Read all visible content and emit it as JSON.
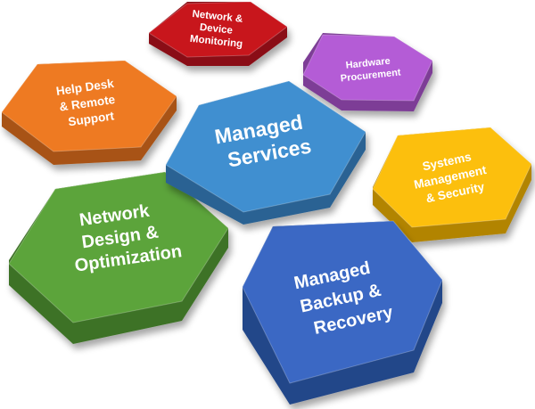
{
  "hexagons": [
    {
      "id": "network-monitoring",
      "lines": [
        "Network &",
        "Device",
        "Monitoring"
      ],
      "color": "#c8141e",
      "side": "#8a0d14"
    },
    {
      "id": "hardware-procurement",
      "lines": [
        "Hardware",
        "Procurement"
      ],
      "color": "#b45bd6",
      "side": "#7d3d96"
    },
    {
      "id": "help-desk",
      "lines": [
        "Help Desk",
        "& Remote",
        "Support"
      ],
      "color": "#ee7a22",
      "side": "#a85314"
    },
    {
      "id": "managed-services",
      "lines": [
        "Managed",
        "Services"
      ],
      "color": "#3f8fd0",
      "side": "#2a6293"
    },
    {
      "id": "systems-management",
      "lines": [
        "Systems",
        "Management",
        "& Security"
      ],
      "color": "#fcbf0f",
      "side": "#b28406"
    },
    {
      "id": "network-design",
      "lines": [
        "Network",
        "Design &",
        "Optimization"
      ],
      "color": "#5ca43a",
      "side": "#3d7226"
    },
    {
      "id": "managed-backup",
      "lines": [
        "Managed",
        "Backup &",
        "Recovery"
      ],
      "color": "#3a68c4",
      "side": "#244789"
    }
  ]
}
